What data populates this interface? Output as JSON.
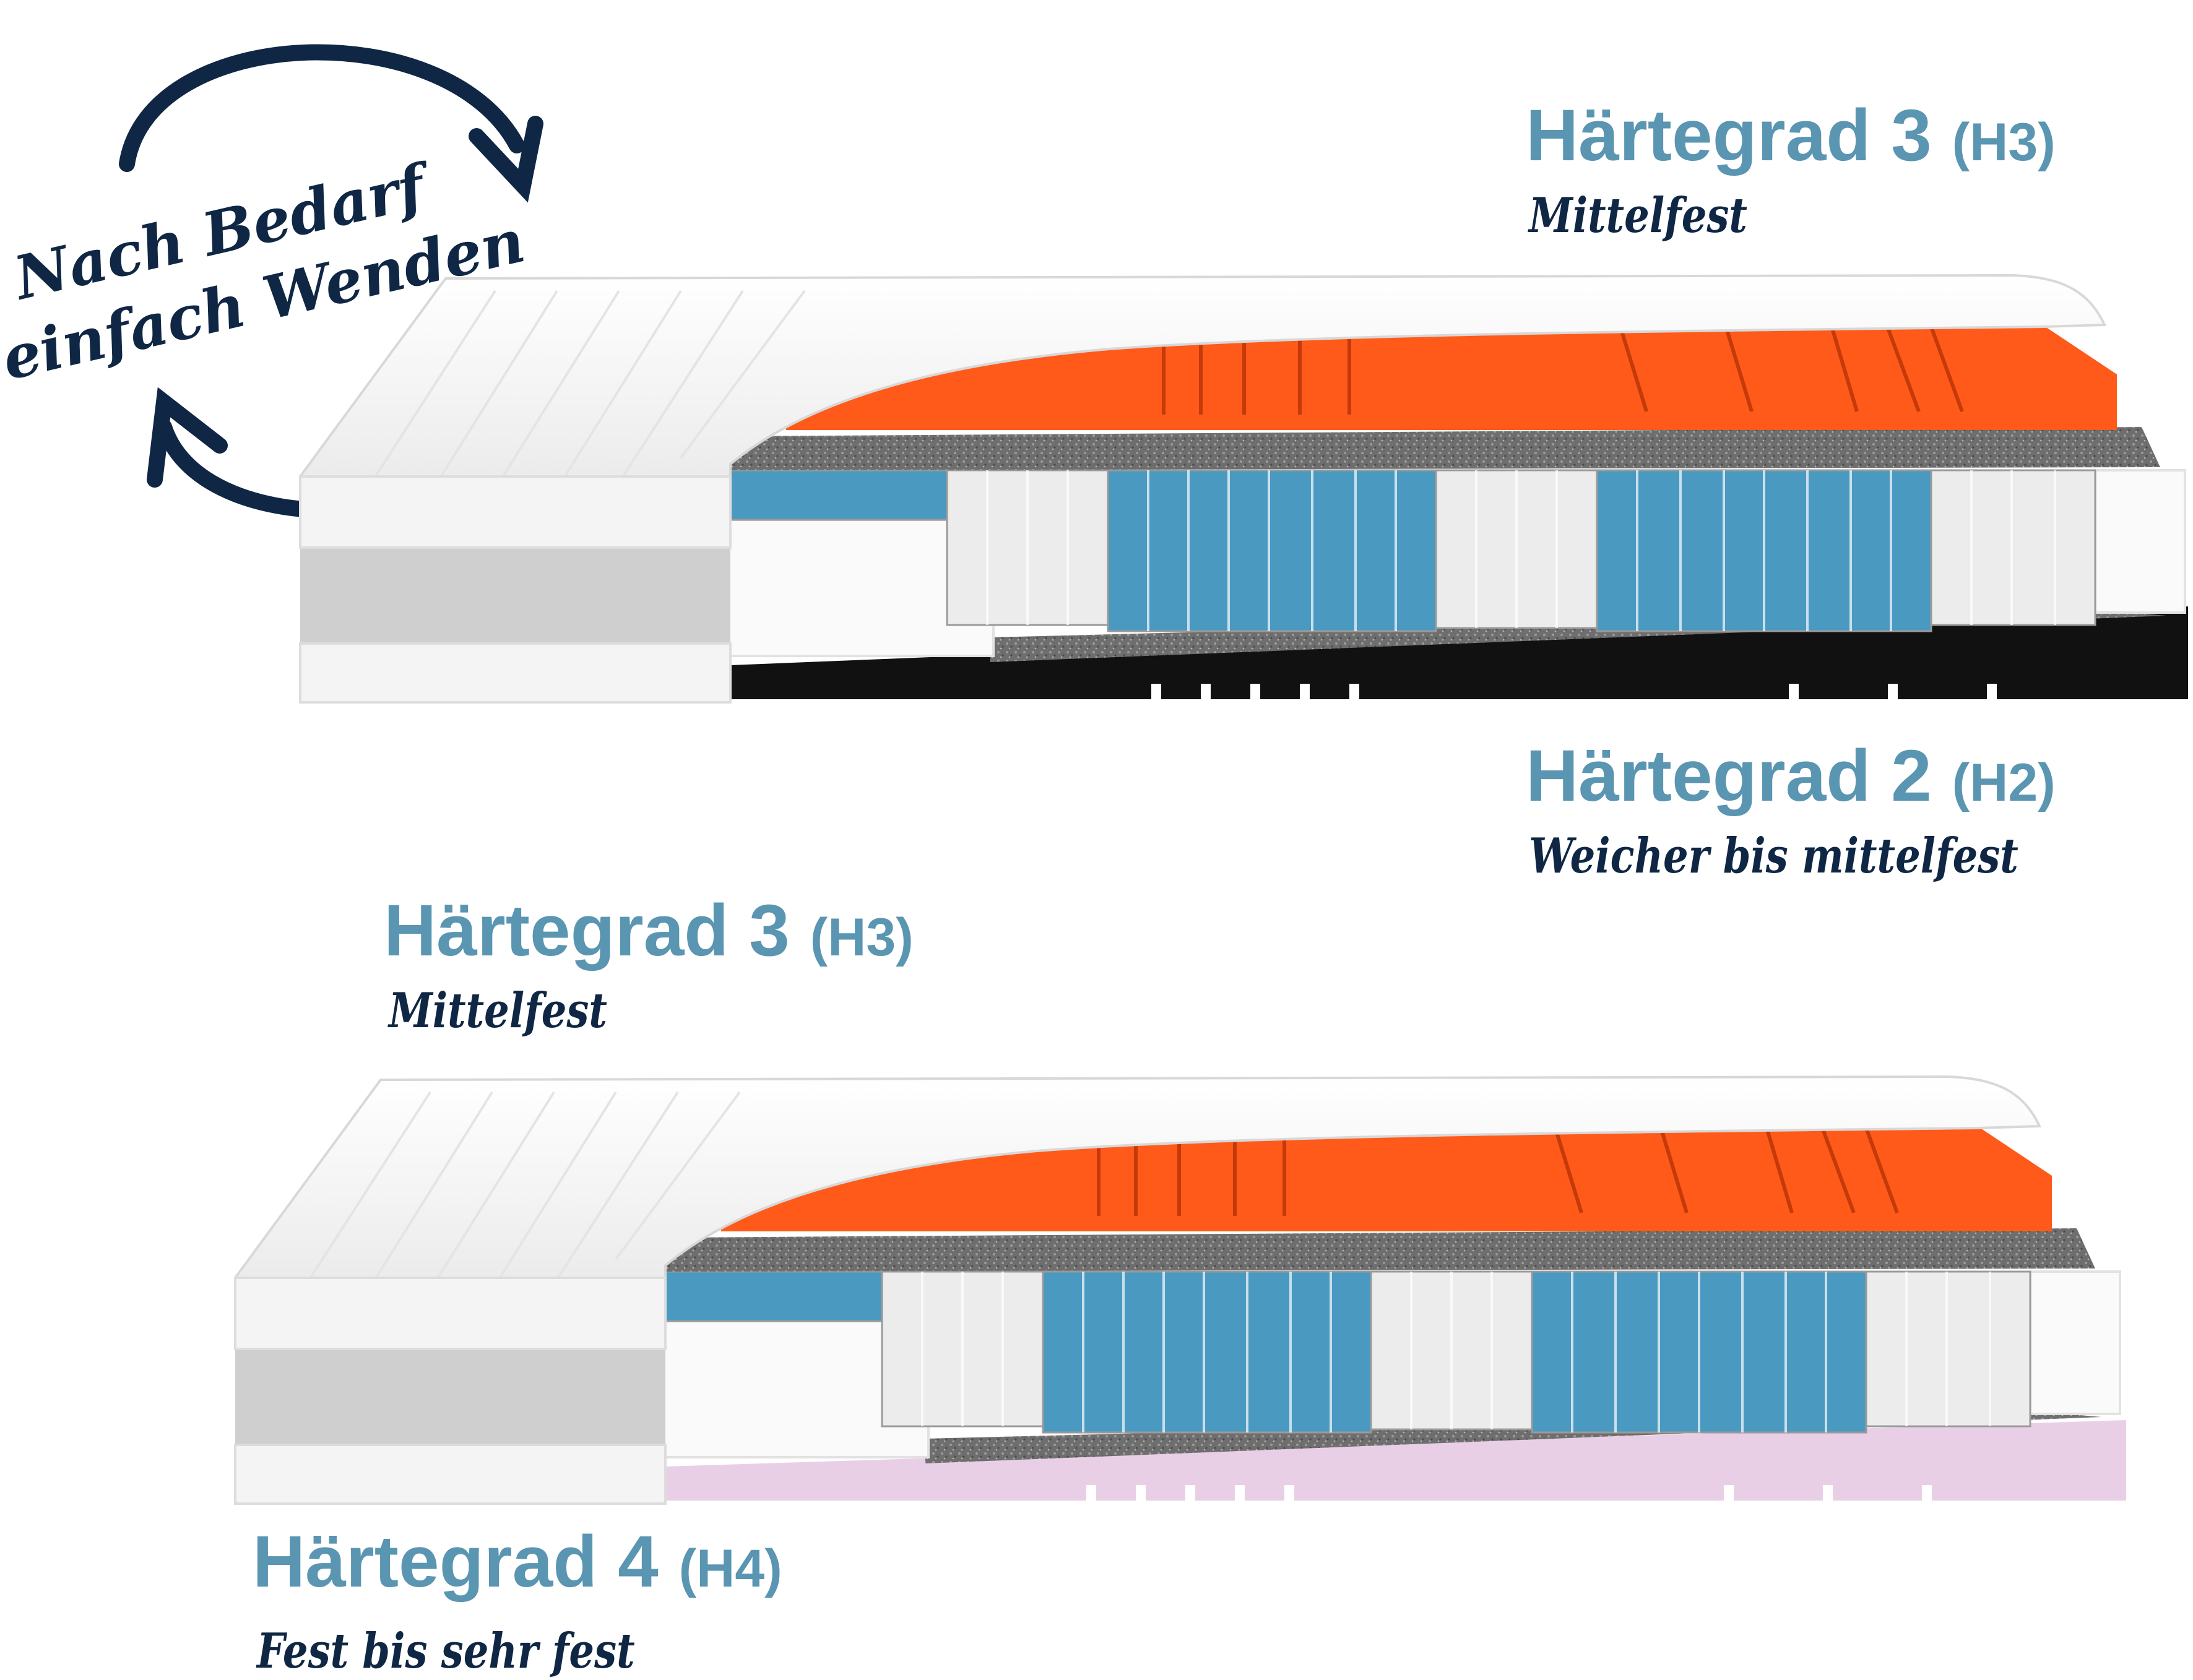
{
  "colors": {
    "title": "#5a95b1",
    "subtitle": "#0f2744",
    "arrow": "#0f2744",
    "cover": "#f2f2f2",
    "cover_shadow": "#dcdcdc",
    "cover_band": "#cfcfcf",
    "comfort_foam": "#ff5a1a",
    "comfort_foam_dark": "#c43a08",
    "felt": "#6e6e6e",
    "spring_firm": "#4a99c1",
    "spring_soft": "#ececec",
    "spring_wire": "#9a9a9a",
    "side_foam": "#fafafa",
    "base_h2": "#111111",
    "base_h4": "#e9cfe6"
  },
  "flip_note": {
    "line1": "Nach Bedarf",
    "line2": "einfach Wenden",
    "icon": "flip-arrows-icon"
  },
  "mattress_top": {
    "upper_label": {
      "title": "Härtegrad 3",
      "code": "(H3)",
      "subtitle": "Mittelfest"
    },
    "lower_label": {
      "title": "Härtegrad 2",
      "code": "(H2)",
      "subtitle": "Weicher bis mittelfest"
    }
  },
  "mattress_bottom": {
    "upper_label": {
      "title": "Härtegrad 3",
      "code": "(H3)",
      "subtitle": "Mittelfest"
    },
    "lower_label": {
      "title": "Härtegrad 4",
      "code": "(H4)",
      "subtitle": "Fest bis sehr fest"
    }
  }
}
